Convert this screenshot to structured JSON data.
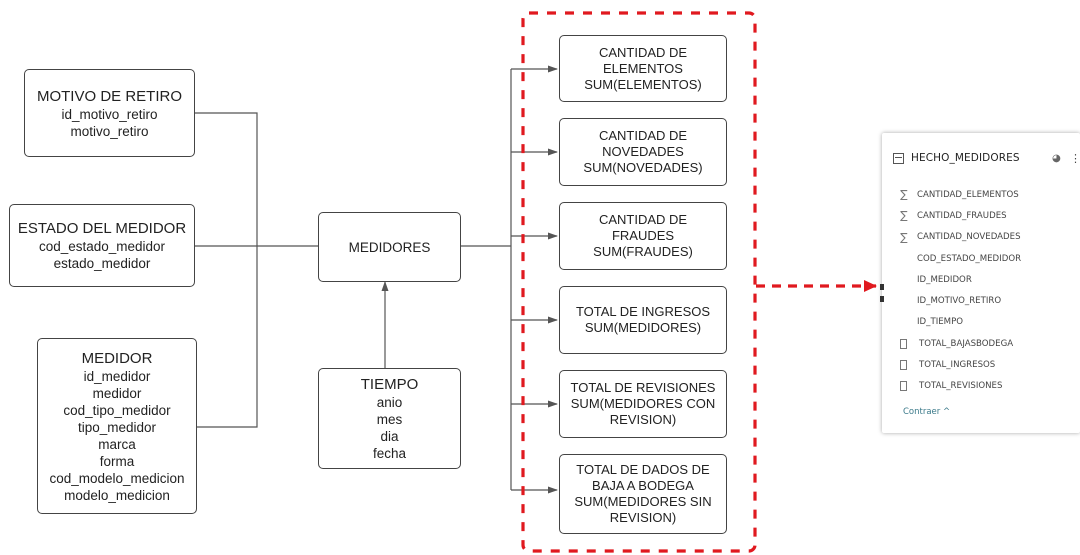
{
  "dimensions": [
    {
      "title": "MOTIVO DE RETIRO",
      "fields": [
        "id_motivo_retiro",
        "motivo_retiro"
      ]
    },
    {
      "title": "ESTADO DEL MEDIDOR",
      "fields": [
        "cod_estado_medidor",
        "estado_medidor"
      ]
    },
    {
      "title": "MEDIDOR",
      "fields": [
        "id_medidor",
        "medidor",
        "cod_tipo_medidor",
        "tipo_medidor",
        "marca",
        "forma",
        "cod_modelo_medicion",
        "modelo_medicion"
      ]
    },
    {
      "title": "TIEMPO",
      "fields": [
        "anio",
        "mes",
        "dia",
        "fecha"
      ]
    }
  ],
  "fact": {
    "title": "MEDIDORES"
  },
  "measures": [
    {
      "lines": [
        "CANTIDAD DE",
        "ELEMENTOS",
        "SUM(ELEMENTOS)"
      ]
    },
    {
      "lines": [
        "CANTIDAD DE",
        "NOVEDADES",
        "SUM(NOVEDADES)"
      ]
    },
    {
      "lines": [
        "CANTIDAD DE",
        "FRAUDES",
        "SUM(FRAUDES)"
      ]
    },
    {
      "lines": [
        "TOTAL DE INGRESOS",
        "SUM(MEDIDORES)"
      ]
    },
    {
      "lines": [
        "TOTAL DE REVISIONES",
        "SUM(MEDIDORES CON",
        "REVISION)"
      ]
    },
    {
      "lines": [
        "TOTAL DE DADOS DE",
        "BAJA A BODEGA",
        "SUM(MEDIDORES SIN",
        "REVISION)"
      ]
    }
  ],
  "pbi_table": {
    "title": "HECHO_MEDIDORES",
    "fields": [
      {
        "name": "CANTIDAD_ELEMENTOS",
        "icon": "sigma"
      },
      {
        "name": "CANTIDAD_FRAUDES",
        "icon": "sigma"
      },
      {
        "name": "CANTIDAD_NOVEDADES",
        "icon": "sigma"
      },
      {
        "name": "COD_ESTADO_MEDIDOR",
        "icon": "none"
      },
      {
        "name": "ID_MEDIDOR",
        "icon": "none"
      },
      {
        "name": "ID_MOTIVO_RETIRO",
        "icon": "none"
      },
      {
        "name": "ID_TIEMPO",
        "icon": "none"
      },
      {
        "name": "TOTAL_BAJASBODEGA",
        "icon": "calculator"
      },
      {
        "name": "TOTAL_INGRESOS",
        "icon": "calculator"
      },
      {
        "name": "TOTAL_REVISIONES",
        "icon": "calculator"
      }
    ],
    "collapse_label": "Contraer ^"
  },
  "colors": {
    "highlight": "#e0191f",
    "line": "#555555",
    "border": "#444444"
  }
}
